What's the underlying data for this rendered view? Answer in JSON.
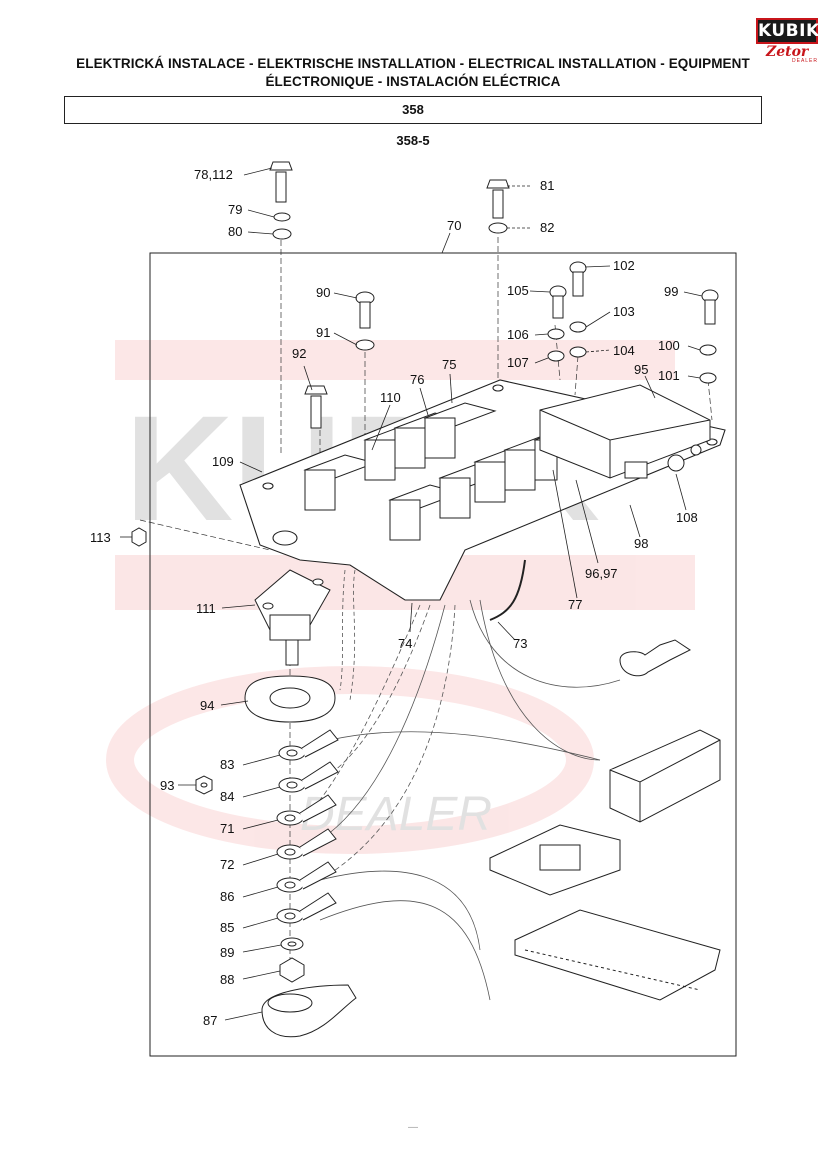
{
  "header": {
    "title_line1": "ELEKTRICKÁ INSTALACE - ELEKTRISCHE INSTALLATION - ELECTRICAL INSTALLATION - EQUIPMENT",
    "title_line2": "ÉLECTRONIQUE - INSTALACIÓN ELÉCTRICA",
    "section": "358",
    "subsection": "358-5"
  },
  "logo": {
    "name": "KUBIK",
    "brand": "Zetor",
    "sub": "DEALER"
  },
  "watermark": {
    "text": "KUBIK",
    "sub": "DEALER",
    "color": "#e33b3b"
  },
  "callouts": [
    "78,112",
    "79",
    "80",
    "81",
    "82",
    "70",
    "90",
    "91",
    "92",
    "102",
    "105",
    "103",
    "106",
    "104",
    "107",
    "99",
    "100",
    "101",
    "75",
    "76",
    "110",
    "95",
    "109",
    "113",
    "111",
    "74",
    "73",
    "77",
    "96,97",
    "98",
    "108",
    "94",
    "83",
    "93",
    "84",
    "71",
    "72",
    "86",
    "85",
    "89",
    "88",
    "87"
  ],
  "page_number": "—"
}
